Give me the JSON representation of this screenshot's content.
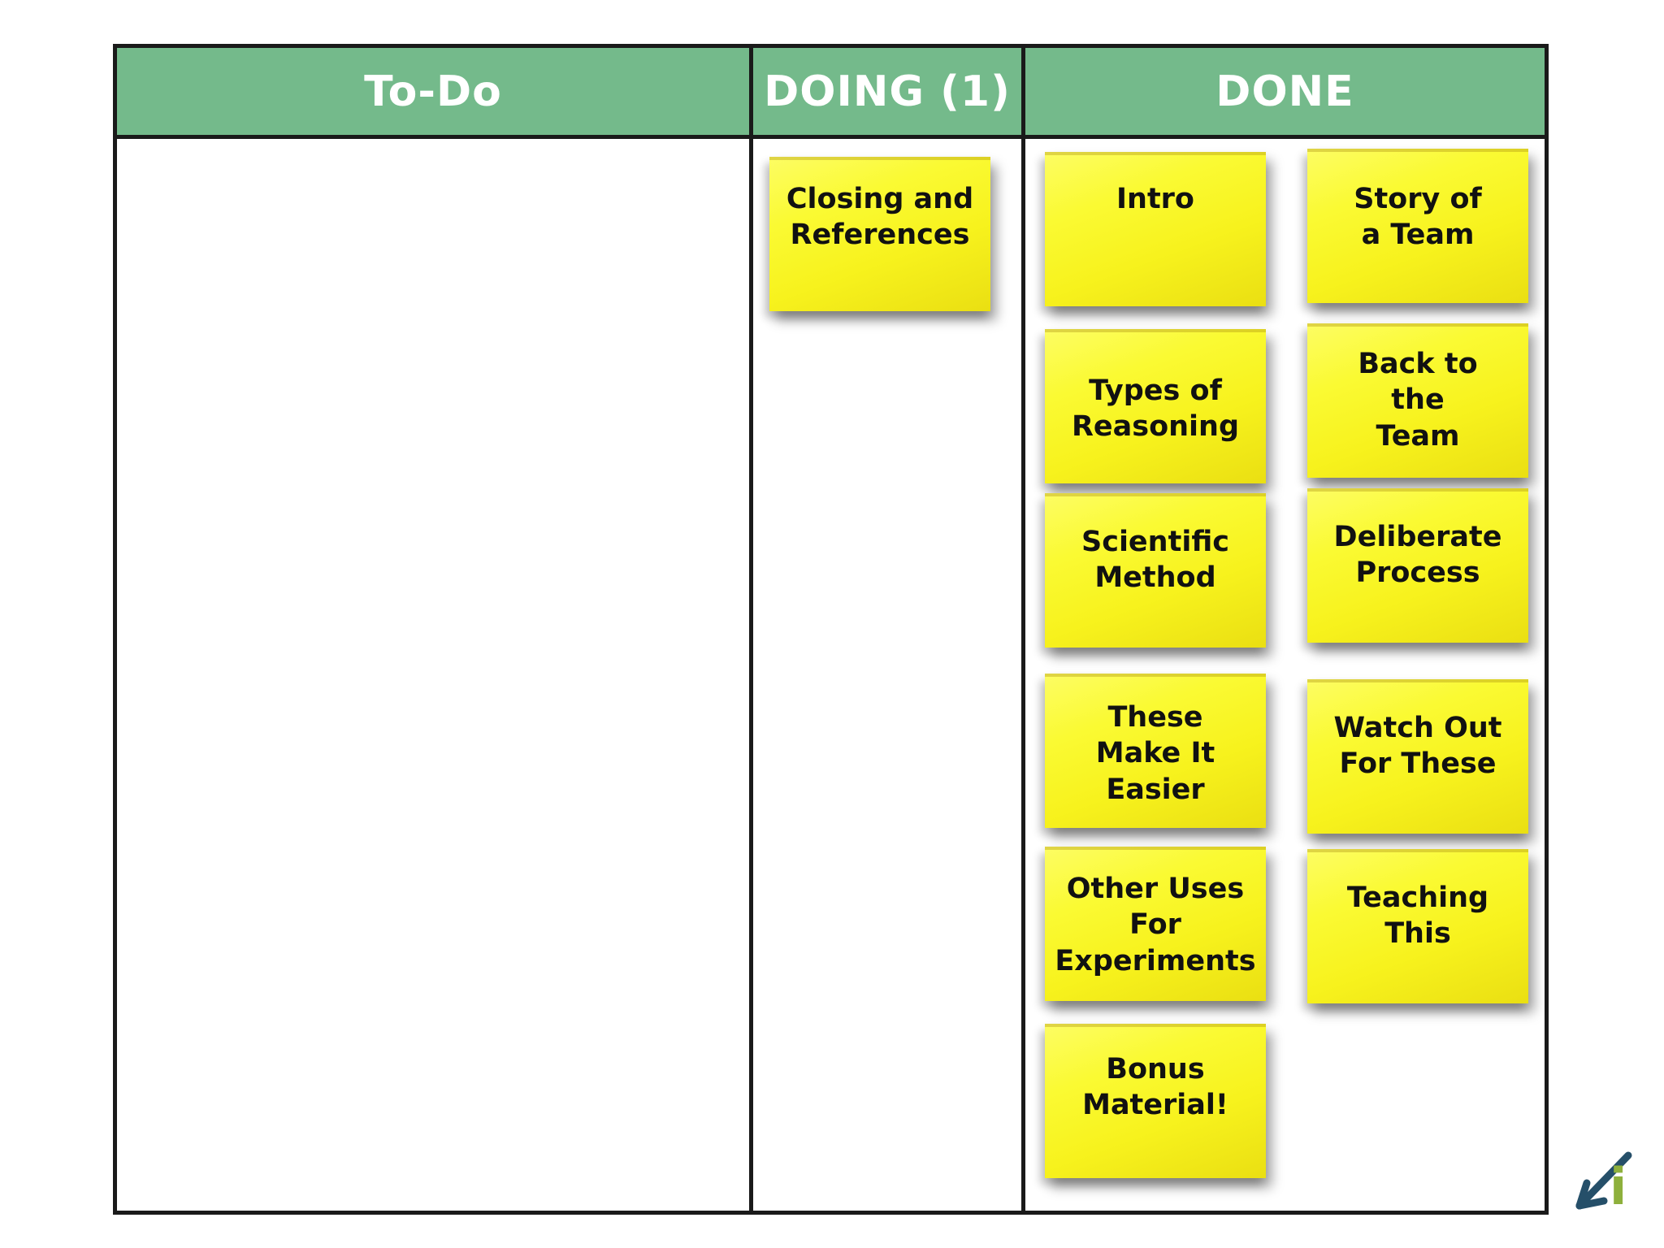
{
  "board": {
    "columns": [
      {
        "label": "To-Do",
        "notes": []
      },
      {
        "label": "DOING (1)",
        "notes": [
          "Closing and\nReferences"
        ]
      },
      {
        "label": "DONE",
        "notes": [
          "Intro",
          "Story of\na Team",
          "Types of\nReasoning",
          "Back to\nthe\nTeam",
          "Scientific\nMethod",
          "Deliberate\nProcess",
          "These\nMake It\nEasier",
          "Watch Out\nFor These",
          "Other Uses\nFor\nExperiments",
          "Teaching\nThis",
          "Bonus\nMaterial!"
        ]
      }
    ]
  },
  "logo": {
    "letter": "i"
  },
  "colors": {
    "header_green": "#74ba8b",
    "header_text": "#ffffff",
    "note_yellow": "#f7f21d",
    "note_text": "#111111",
    "board_border": "#1a1a1a",
    "logo_arrow_navy": "#254f69",
    "logo_letter_green": "#8eb03c"
  }
}
